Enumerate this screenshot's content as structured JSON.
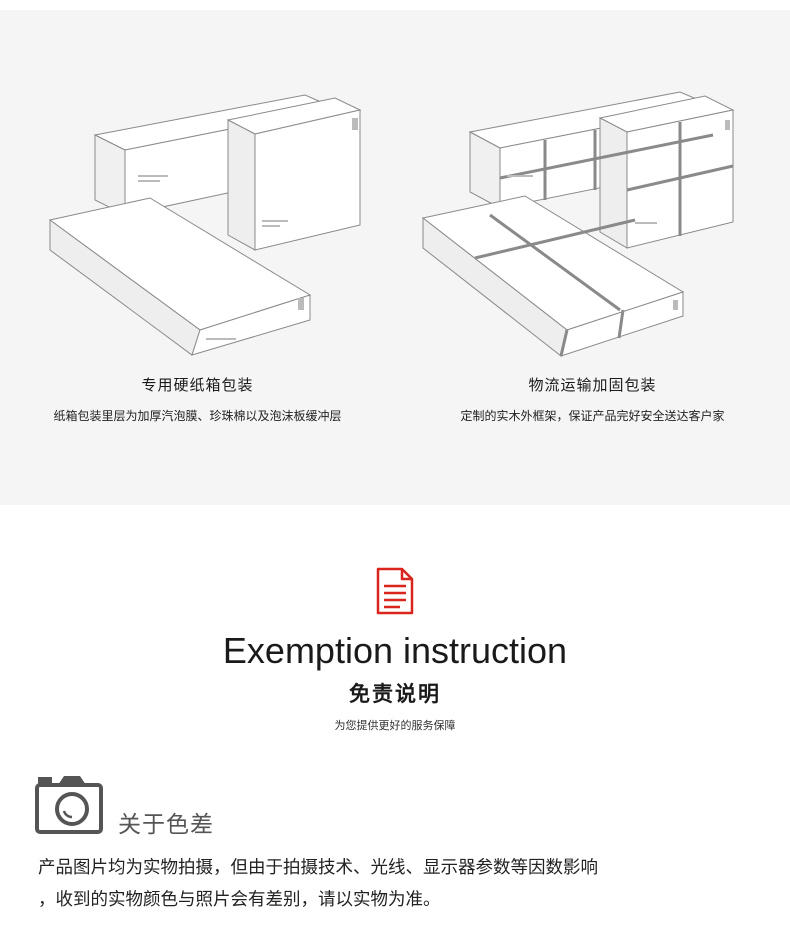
{
  "packaging": {
    "left": {
      "title": "专用硬纸箱包装",
      "description": "纸箱包装里层为加厚汽泡膜、珍珠棉以及泡沫板缓冲层"
    },
    "right": {
      "title": "物流运输加固包装",
      "description": "定制的实木外框架，保证产品完好安全送达客户家"
    }
  },
  "exemption": {
    "title_en": "Exemption instruction",
    "title_cn": "免责说明",
    "subtitle": "为您提供更好的服务保障",
    "icon": "document-icon",
    "accent_color": "#d9251d"
  },
  "color_difference": {
    "icon": "camera-icon",
    "heading": "关于色差",
    "line1": "产品图片均为实物拍摄，但由于拍摄技术、光线、显示器参数等因数影响",
    "line2": "，收到的实物颜色与照片会有差别，请以实物为准。"
  }
}
